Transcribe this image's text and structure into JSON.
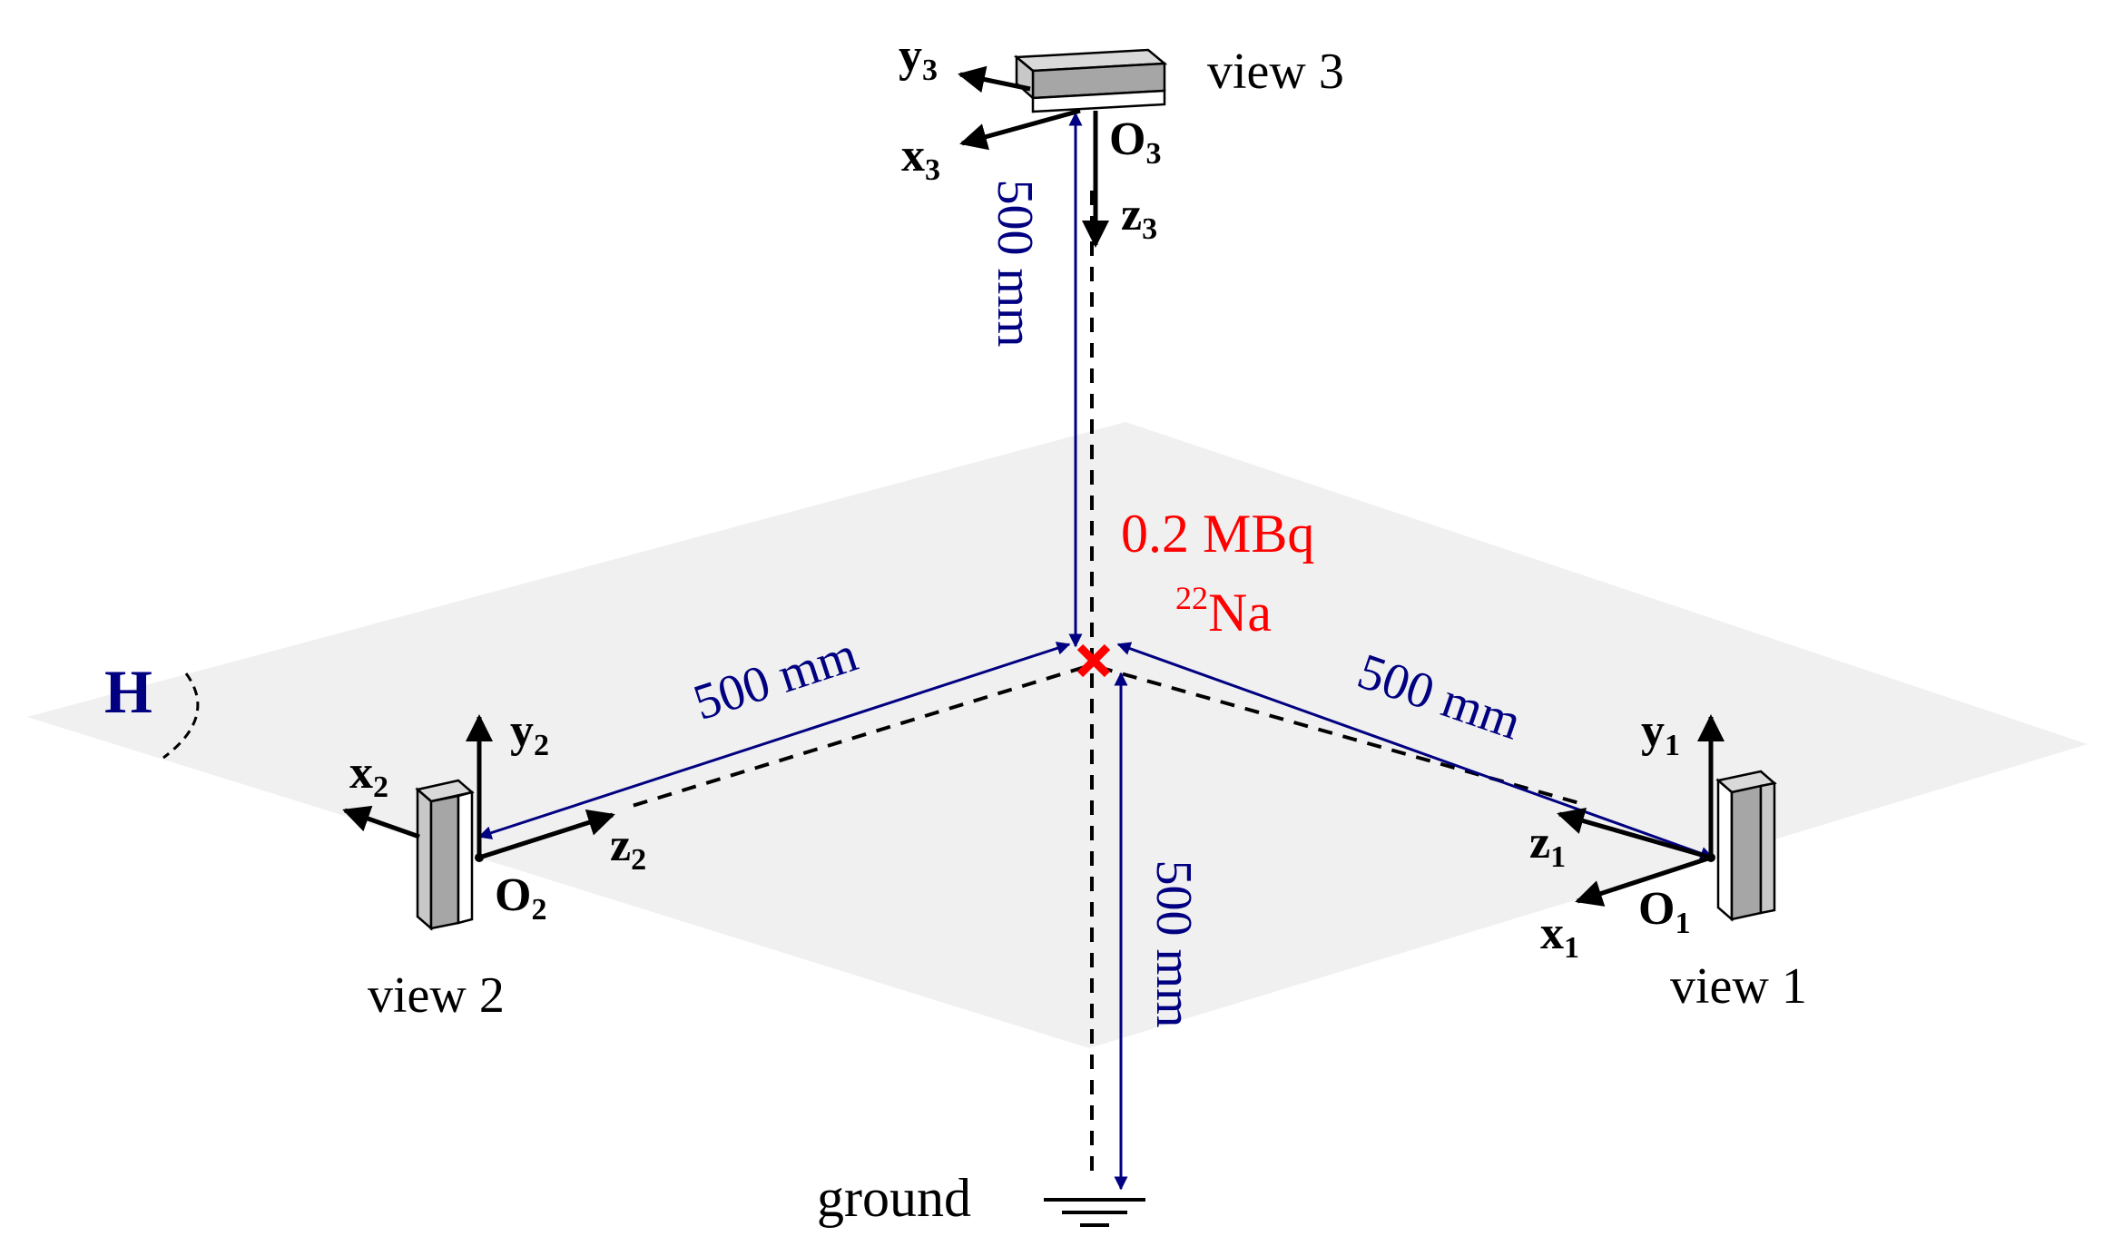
{
  "colors": {
    "plane": "#f0f0f0",
    "dimension": "#000080",
    "source": "#ff0000",
    "axis": "#000000",
    "detector_dark": "#a6a6a6",
    "detector_face": "#c8c8c8"
  },
  "plane": {
    "label": "H"
  },
  "source": {
    "activity": "0.2 MBq",
    "isotope_mass": "22",
    "isotope_symbol": "Na"
  },
  "ground": {
    "label": "ground"
  },
  "dimensions": {
    "to_view3": "500 mm",
    "to_view2": "500 mm",
    "to_view1": "500 mm",
    "to_ground": "500 mm"
  },
  "views": [
    {
      "name": "view 1",
      "origin": "O",
      "x": "x",
      "y": "y",
      "z": "z",
      "subscript": "1"
    },
    {
      "name": "view 2",
      "origin": "O",
      "x": "x",
      "y": "y",
      "z": "z",
      "subscript": "2"
    },
    {
      "name": "view 3",
      "origin": "O",
      "x": "x",
      "y": "y",
      "z": "z",
      "subscript": "3"
    }
  ]
}
